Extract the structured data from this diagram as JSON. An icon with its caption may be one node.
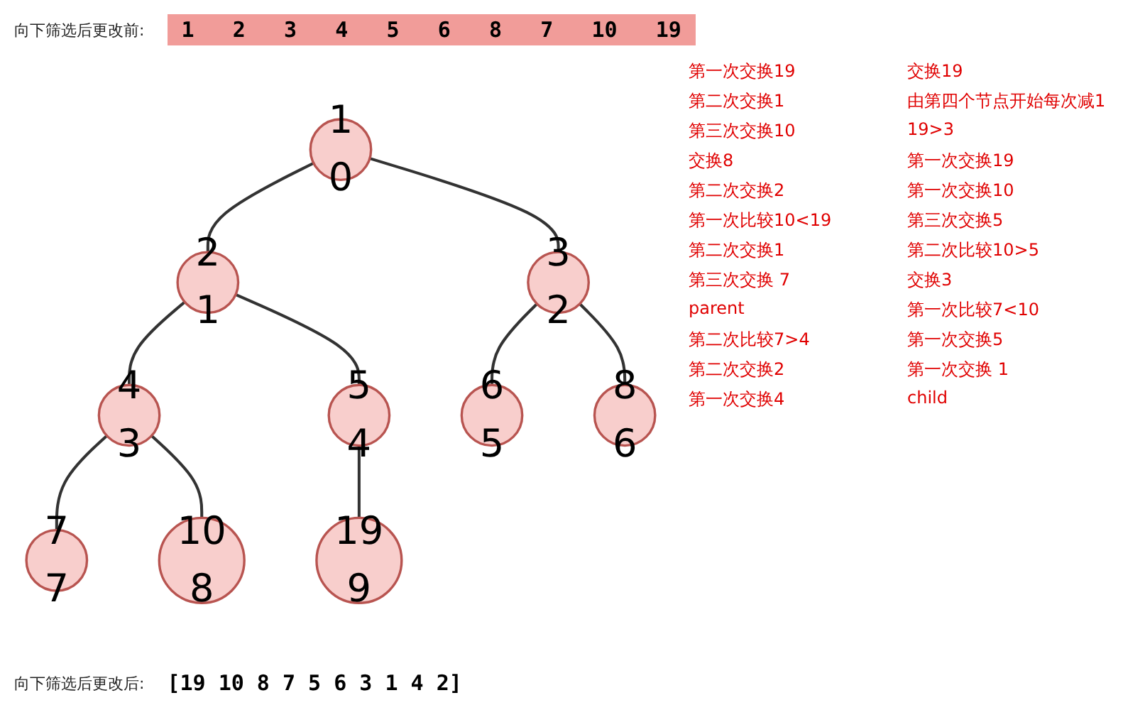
{
  "diagram": {
    "nodes": [
      {
        "text": [
          "1",
          "0"
        ]
      },
      {
        "text": [
          "2",
          "1"
        ]
      },
      {
        "text": [
          "3",
          "2"
        ]
      },
      {
        "text": [
          "4",
          "3"
        ]
      },
      {
        "text": [
          "5",
          "4"
        ]
      },
      {
        "text": [
          "6",
          "5"
        ]
      },
      {
        "text": [
          "8",
          "6"
        ]
      },
      {
        "text": [
          "7",
          "7"
        ]
      },
      {
        "text": [
          "10",
          "8"
        ]
      },
      {
        "text": [
          "19",
          "9"
        ]
      }
    ],
    "edges": [
      {
        "from": 0,
        "to": 1,
        "arrow": "none"
      },
      {
        "from": 0,
        "to": 2,
        "arrow": "none"
      },
      {
        "from": 1,
        "to": 3,
        "arrow": "none"
      },
      {
        "from": 1,
        "to": 4,
        "arrow": "none"
      },
      {
        "from": 2,
        "to": 5,
        "arrow": "none"
      },
      {
        "from": 2,
        "to": 6,
        "arrow": "none"
      },
      {
        "from": 3,
        "to": 7,
        "arrow": "none"
      },
      {
        "from": 3,
        "to": 8,
        "arrow": "none"
      },
      {
        "from": 4,
        "to": 9,
        "arrow": "none"
      }
    ],
    "labels": [
      "向下筛选后更改前:",
      "1 2 3 4 5 6 8 7 10 19",
      "第一次交换19",
      "交换19",
      "第二次交换1",
      "由第四个节点开始每次减1",
      "第三次交换10",
      "19>3",
      "交换8",
      "第一次交换19",
      "第二次交换2",
      "第一次交换10",
      "第一次比较10<19",
      "第三次交换5",
      "第二次交换1",
      "第二次比较10>5",
      "第三次交换 7",
      "交换3",
      "parent",
      "第一次比较7<10",
      "第二次比较7>4",
      "第一次交换5",
      "第二次交换2",
      "第一次交换 1",
      "第一次交换4",
      "child",
      "向下筛选后更改后:",
      "[19 10 8 7 5 6 3 1 4 2]"
    ]
  }
}
